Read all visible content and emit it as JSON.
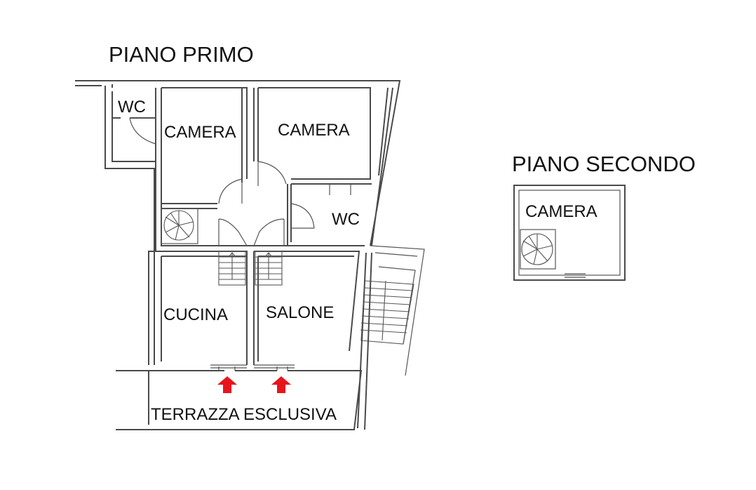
{
  "floors": {
    "first": {
      "title": "PIANO PRIMO",
      "rooms": {
        "wc_left": "WC",
        "camera_left": "CAMERA",
        "camera_right": "CAMERA",
        "wc_right": "WC",
        "cucina": "CUCINA",
        "salone": "SALONE",
        "terrazza": "TERRAZZA ESCLUSIVA"
      }
    },
    "second": {
      "title": "PIANO SECONDO",
      "rooms": {
        "camera": "CAMERA"
      }
    }
  },
  "colors": {
    "walls": "#4a4a4a",
    "entrance_arrows": "#e8141c"
  },
  "icons": [
    "spiral-staircase-icon",
    "staircase-icon",
    "entrance-arrow-icon"
  ]
}
